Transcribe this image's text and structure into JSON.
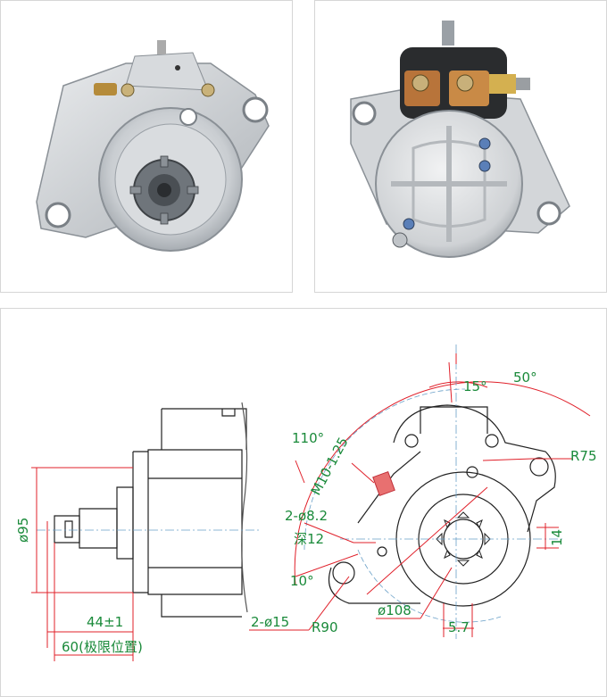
{
  "drawing": {
    "labels": {
      "diameter_95": "ø95",
      "dim_44": "44±1",
      "dim_60": "60(极限位置)",
      "angle_110": "110°",
      "thread": "M10-1.25",
      "hole_2x82": "2-ø8.2",
      "depth_12": "深12",
      "angle_10": "10°",
      "hole_2x15": "2-ø15",
      "r90": "R90",
      "d108": "ø108",
      "dim_57": "5.7",
      "angle_15": "15°",
      "angle_50": "50°",
      "r75": "R75",
      "dim_14": "14"
    }
  },
  "colors": {
    "dimension": "#1a8a3a",
    "leader": "#e0202a",
    "outline": "#222222",
    "hidden": "#7fa8c8"
  }
}
